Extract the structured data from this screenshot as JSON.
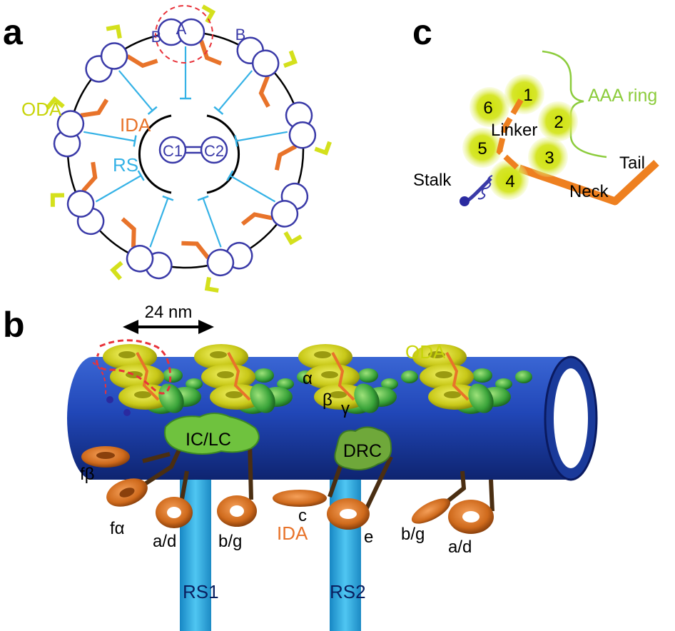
{
  "panel_a": {
    "letter": "a",
    "labels": {
      "oda": "ODA",
      "ida": "IDA",
      "rs": "RS",
      "c1": "C1",
      "c2": "C2",
      "a_tubule": "A",
      "b_tubule_left": "B",
      "b_tubule_right": "B"
    }
  },
  "panel_b": {
    "letter": "b",
    "labels": {
      "period": "24 nm",
      "oda": "ODA",
      "alpha": "α",
      "beta": "β",
      "gamma": "γ",
      "ic_lc": "IC/LC",
      "drc": "DRC",
      "f_beta": "fβ",
      "f_alpha": "fα",
      "a_d_1": "a/d",
      "b_g_1": "b/g",
      "c": "c",
      "ida": "IDA",
      "e": "e",
      "b_g_2": "b/g",
      "a_d_2": "a/d",
      "rs1": "RS1",
      "rs2": "RS2"
    }
  },
  "panel_c": {
    "letter": "c",
    "labels": {
      "aaa_ring": "AAA ring",
      "linker": "Linker",
      "stalk": "Stalk",
      "neck": "Neck",
      "tail": "Tail",
      "d1": "1",
      "d2": "2",
      "d3": "3",
      "d4": "4",
      "d5": "5",
      "d6": "6"
    }
  },
  "colors": {
    "oda": "#d4e01c",
    "ida": "#e8732a",
    "rs": "#35b2e6",
    "tubule": "#3a3aa8",
    "highlight": "#e8323a",
    "microtubule": "#1a3a9a",
    "drc": "#6fa83a"
  }
}
